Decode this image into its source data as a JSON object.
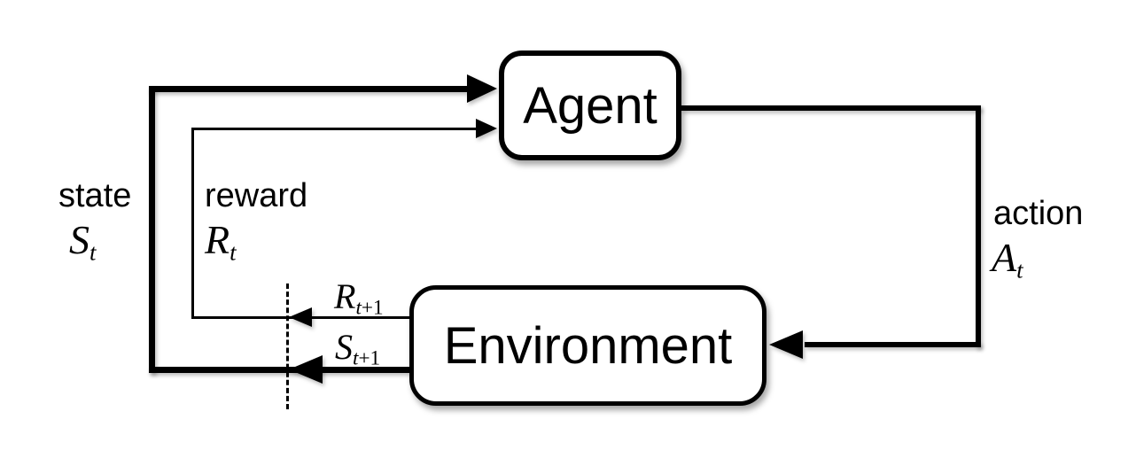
{
  "nodes": {
    "agent": {
      "label": "Agent"
    },
    "environment": {
      "label": "Environment"
    }
  },
  "labels": {
    "state": {
      "word": "state",
      "symbol": "S",
      "subscript": "t"
    },
    "reward": {
      "word": "reward",
      "symbol": "R",
      "subscript": "t"
    },
    "action": {
      "word": "action",
      "symbol": "A",
      "subscript": "t"
    },
    "next_reward": {
      "symbol": "R",
      "subscript_var": "t",
      "subscript_offset": "+1"
    },
    "next_state": {
      "symbol": "S",
      "subscript_var": "t",
      "subscript_offset": "+1"
    }
  },
  "colors": {
    "line": "#000000",
    "background": "#ffffff",
    "node_fill": "#ffffff"
  }
}
